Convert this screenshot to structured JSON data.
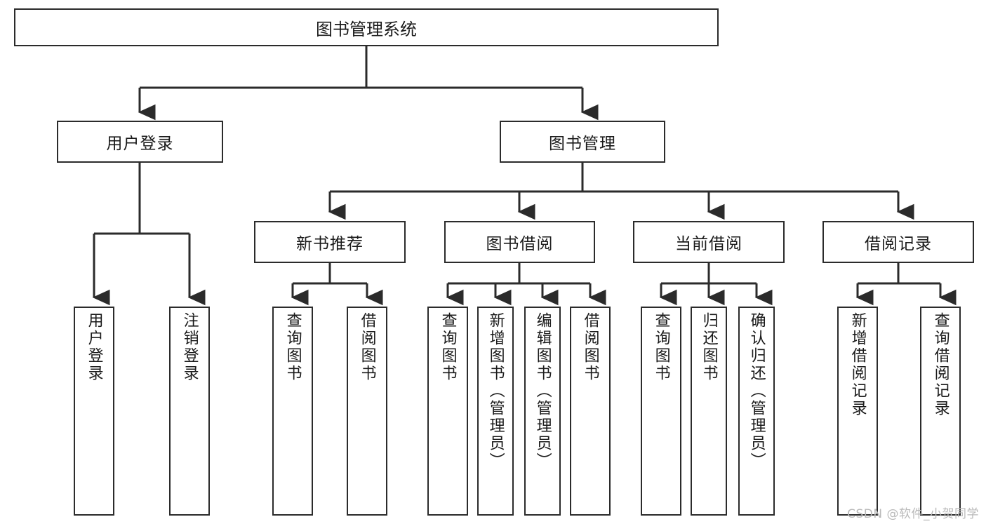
{
  "diagram": {
    "title": "图书管理系统",
    "type": "functional-structure-tree",
    "colors": {
      "box_border": "#2b2b2b",
      "box_fill": "#ffffff",
      "connector": "#2b2b2b",
      "text": "#1a1a1a",
      "watermark": "#b9b9b9",
      "background": "#ffffff"
    },
    "root": {
      "label": "图书管理系统"
    },
    "level2": [
      {
        "id": "user-login",
        "label": "用户登录"
      },
      {
        "id": "book-management",
        "label": "图书管理"
      }
    ],
    "level3": [
      {
        "id": "new-book-recommend",
        "label": "新书推荐"
      },
      {
        "id": "book-borrow",
        "label": "图书借阅"
      },
      {
        "id": "current-borrow",
        "label": "当前借阅"
      },
      {
        "id": "borrow-record",
        "label": "借阅记录"
      }
    ],
    "leaves": {
      "user_login": [
        {
          "id": "leaf-user-login",
          "label": "用户登录"
        },
        {
          "id": "leaf-user-logout",
          "label": "注销登录"
        }
      ],
      "new_book_recommend": [
        {
          "id": "leaf-query-book-1",
          "label": "查询图书"
        },
        {
          "id": "leaf-borrow-book-1",
          "label": "借阅图书"
        }
      ],
      "book_borrow": [
        {
          "id": "leaf-query-book-2",
          "label": "查询图书"
        },
        {
          "id": "leaf-add-book",
          "label": "新增图书（管理员）"
        },
        {
          "id": "leaf-edit-book",
          "label": "编辑图书（管理员）"
        },
        {
          "id": "leaf-borrow-book-2",
          "label": "借阅图书"
        }
      ],
      "current_borrow": [
        {
          "id": "leaf-query-book-3",
          "label": "查询图书"
        },
        {
          "id": "leaf-return-book",
          "label": "归还图书"
        },
        {
          "id": "leaf-confirm-return",
          "label": "确认归还（管理员）"
        }
      ],
      "borrow_record": [
        {
          "id": "leaf-add-record",
          "label": "新增借阅记录"
        },
        {
          "id": "leaf-query-record",
          "label": "查询借阅记录"
        }
      ]
    },
    "watermark": "CSDN @软件_小贺同学"
  }
}
